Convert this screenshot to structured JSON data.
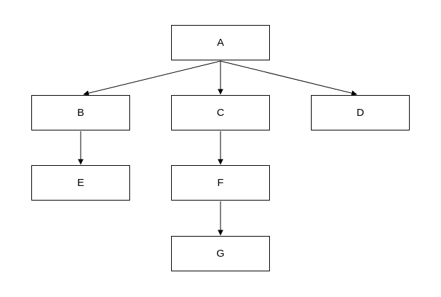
{
  "diagram": {
    "type": "tree",
    "colors": {
      "background": "#ffffff",
      "node_fill": "#ffffff",
      "node_border": "#000000",
      "edge": "#000000",
      "text": "#000000"
    },
    "nodes": [
      {
        "id": "A",
        "label": "A"
      },
      {
        "id": "B",
        "label": "B"
      },
      {
        "id": "C",
        "label": "C"
      },
      {
        "id": "D",
        "label": "D"
      },
      {
        "id": "E",
        "label": "E"
      },
      {
        "id": "F",
        "label": "F"
      },
      {
        "id": "G",
        "label": "G"
      }
    ],
    "edges": [
      {
        "from": "A",
        "to": "B",
        "arrowhead": "filled-triangle"
      },
      {
        "from": "A",
        "to": "C",
        "arrowhead": "filled-triangle"
      },
      {
        "from": "A",
        "to": "D",
        "arrowhead": "filled-triangle"
      },
      {
        "from": "B",
        "to": "E",
        "arrowhead": "filled-triangle"
      },
      {
        "from": "C",
        "to": "F",
        "arrowhead": "filled-triangle"
      },
      {
        "from": "F",
        "to": "G",
        "arrowhead": "filled-triangle"
      }
    ]
  }
}
